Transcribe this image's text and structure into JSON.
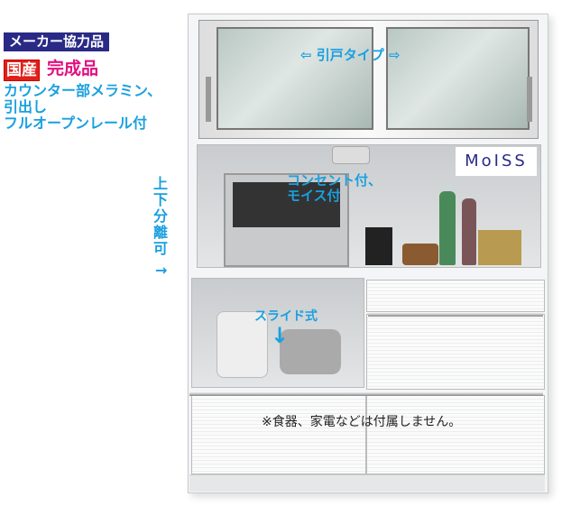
{
  "labels": {
    "maker": "メーカー協力品",
    "domestic": "国産",
    "complete": "完成品",
    "features": [
      "カウンター部メラミン、",
      "引出し",
      "フルオープンレール付"
    ],
    "sliding_door": "引戸タイプ",
    "outlet": [
      "コンセント付、",
      "モイス付"
    ],
    "separable": "上下分離可",
    "slide": "スライド式",
    "note": "※食器、家電などは付属しません。",
    "logo": "MoISS"
  }
}
